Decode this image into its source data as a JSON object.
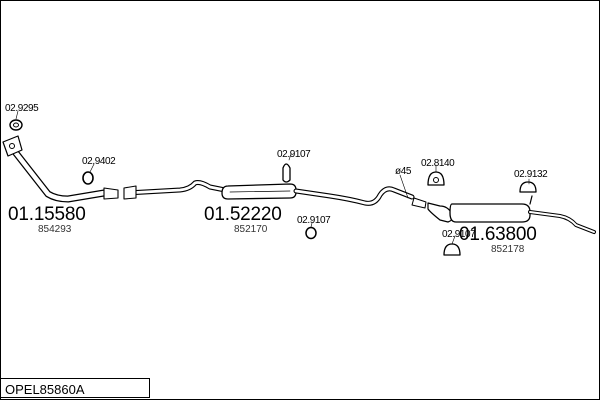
{
  "diagram": {
    "code": "OPEL85860A",
    "sections": [
      {
        "part_number": "01.15580",
        "oem_number": "854293"
      },
      {
        "part_number": "01.52220",
        "oem_number": "852170"
      },
      {
        "part_number": "01.63800",
        "oem_number": "852178"
      }
    ],
    "accessories": [
      "02.9295",
      "02.9402",
      "02.9107",
      "02.9107",
      "02.8140",
      "02.9132",
      "02.9107"
    ],
    "annotation": "ø45"
  }
}
